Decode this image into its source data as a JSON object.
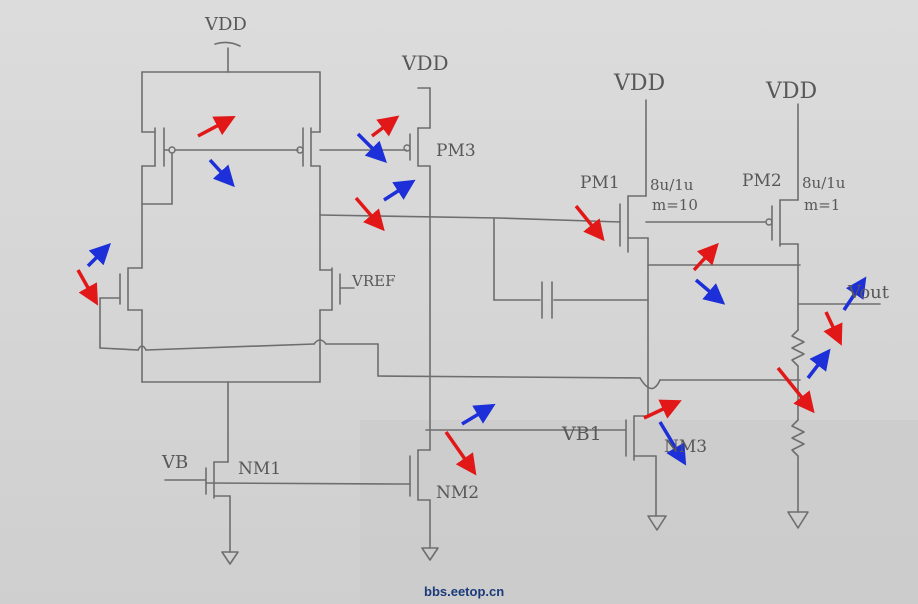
{
  "labels": {
    "vdd_top": "VDD",
    "vdd_pm3": "VDD",
    "vdd_pm1": "VDD",
    "vdd_pm2": "VDD",
    "pm3": "PM3",
    "pm1": "PM1",
    "pm2": "PM2",
    "pm1_size": "8u/1u",
    "pm1_m": "m=10",
    "pm2_size": "8u/1u",
    "pm2_m": "m=1",
    "vref": "VREF",
    "vout": "Vout",
    "vb": "VB",
    "nm1": "NM1",
    "nm2": "NM2",
    "vb1": "VB1",
    "nm3": "NM3"
  },
  "watermark": "bbs.eetop.cn",
  "colors": {
    "background": "#d9d9d9",
    "wire": "#6e6e6e",
    "arrow_red": "#e21818",
    "arrow_blue": "#1c2fd8",
    "watermark": "#1a3a7a"
  }
}
